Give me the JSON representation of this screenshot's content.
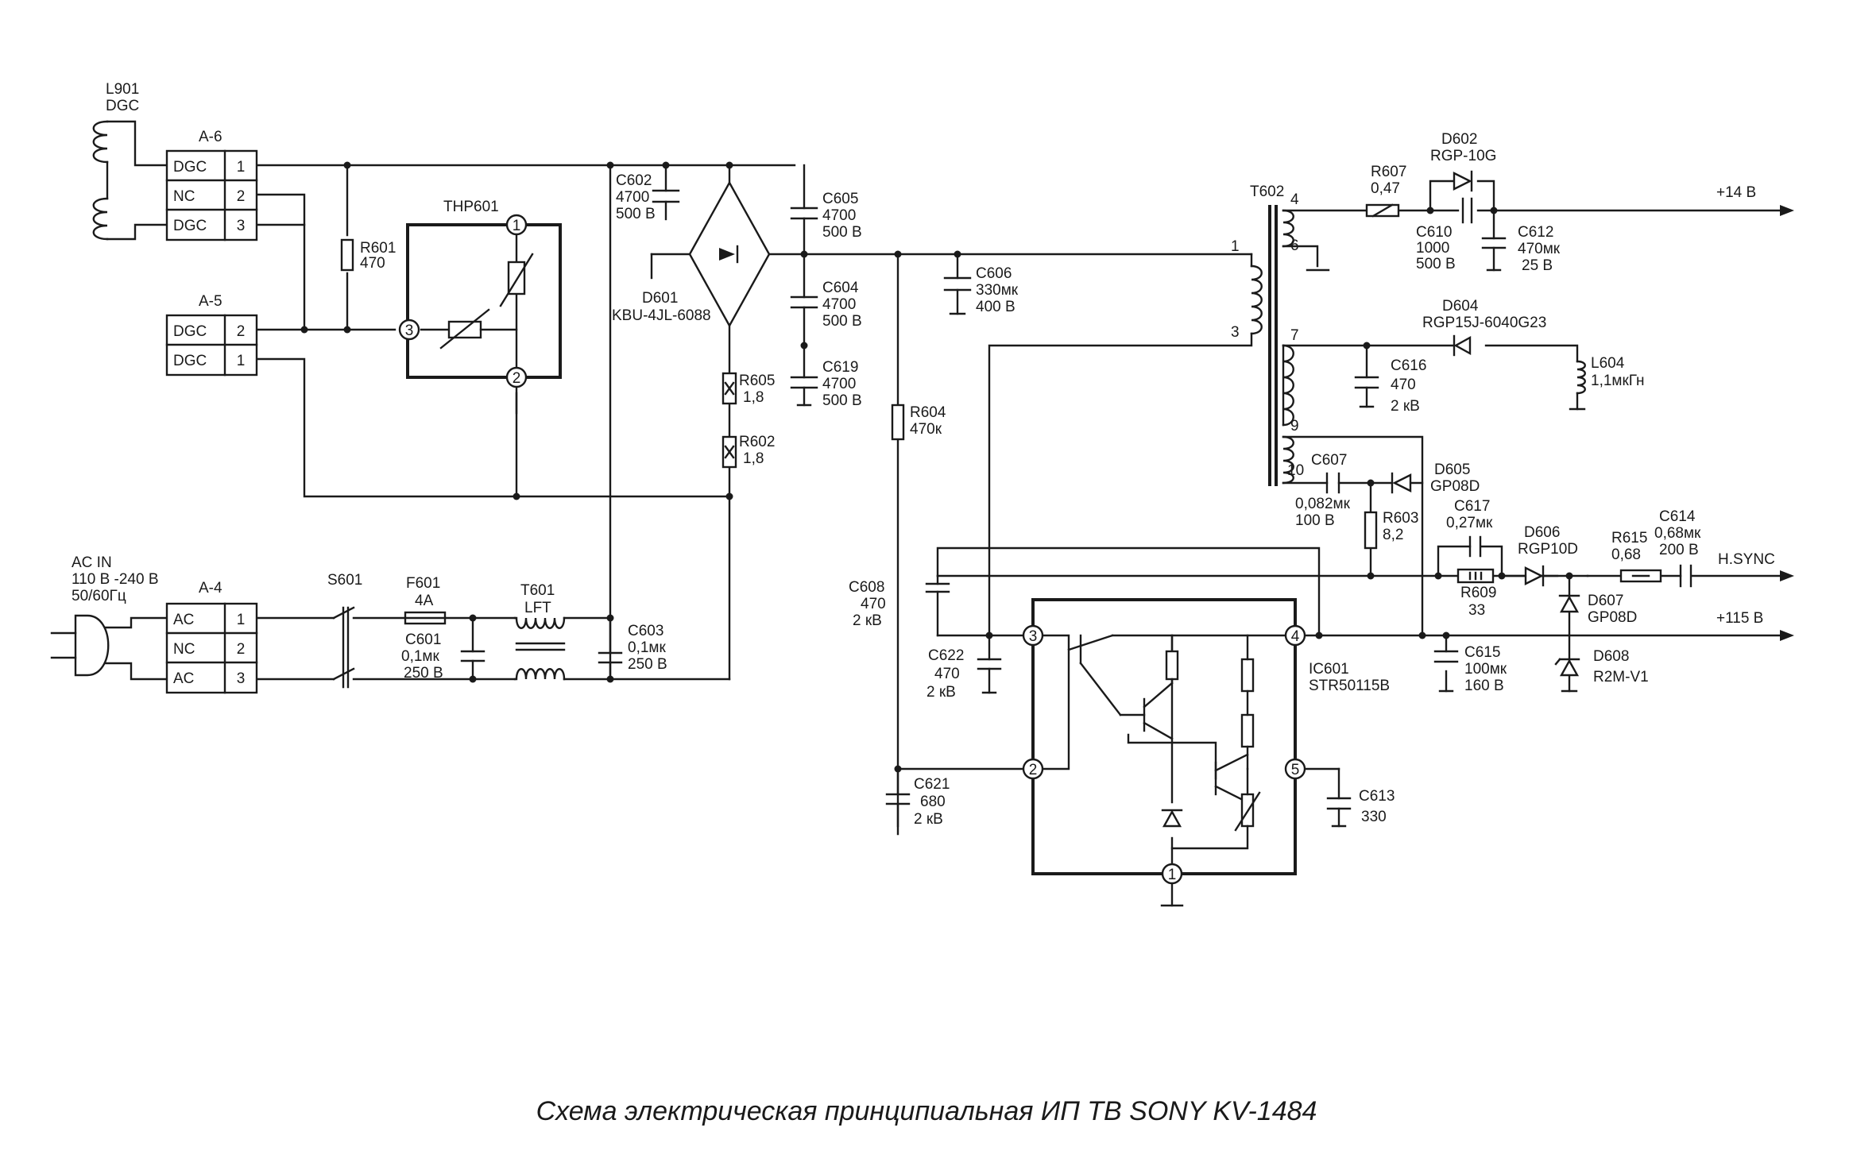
{
  "title": "Схема электрическая принципиальная ИП ТВ SONY KV-1484",
  "rails": {
    "v14": "+14 В",
    "v115": "+115 В",
    "hsync": "H.SYNC"
  },
  "connectors": [
    {
      "id": "A-6",
      "rows": [
        {
          "label": "DGC",
          "pin": "1"
        },
        {
          "label": "NC",
          "pin": "2"
        },
        {
          "label": "DGC",
          "pin": "3"
        }
      ]
    },
    {
      "id": "A-5",
      "rows": [
        {
          "label": "DGC",
          "pin": "2"
        },
        {
          "label": "DGC",
          "pin": "1"
        }
      ]
    },
    {
      "id": "A-4",
      "rows": [
        {
          "label": "AC",
          "pin": "1"
        },
        {
          "label": "NC",
          "pin": "2"
        },
        {
          "label": "AC",
          "pin": "3"
        }
      ]
    }
  ],
  "components": [
    {
      "ref": "L901",
      "value": "DGC"
    },
    {
      "ref": "R601",
      "value": "470"
    },
    {
      "ref": "THP601",
      "value": ""
    },
    {
      "ref": "C602",
      "value": "4700",
      "rating": "500 В"
    },
    {
      "ref": "D601",
      "value": "KBU-4JL-6088"
    },
    {
      "ref": "C605",
      "value": "4700",
      "rating": "500 В"
    },
    {
      "ref": "C604",
      "value": "4700",
      "rating": "500 В"
    },
    {
      "ref": "C619",
      "value": "4700",
      "rating": "500 В"
    },
    {
      "ref": "R605",
      "value": "1,8"
    },
    {
      "ref": "R602",
      "value": "1,8"
    },
    {
      "ref": "C606",
      "value": "330мк",
      "rating": "400 В"
    },
    {
      "ref": "R604",
      "value": "470к"
    },
    {
      "ref": "T602",
      "value": ""
    },
    {
      "ref": "R607",
      "value": "0,47"
    },
    {
      "ref": "D602",
      "value": "RGP-10G"
    },
    {
      "ref": "C610",
      "value": "1000",
      "rating": "500 В"
    },
    {
      "ref": "C612",
      "value": "470мк",
      "rating": "25 В"
    },
    {
      "ref": "D604",
      "value": "RGP15J-6040G23"
    },
    {
      "ref": "C616",
      "value": "470",
      "rating": "2 кВ"
    },
    {
      "ref": "L604",
      "value": "1,1мкГн"
    },
    {
      "ref": "C607",
      "value": "0,082мк",
      "rating": "100 В"
    },
    {
      "ref": "D605",
      "value": "GP08D"
    },
    {
      "ref": "R603",
      "value": "8,2"
    },
    {
      "ref": "C617",
      "value": "0,27мк"
    },
    {
      "ref": "D606",
      "value": "RGP10D"
    },
    {
      "ref": "R615",
      "value": "0,68"
    },
    {
      "ref": "C614",
      "value": "0,68мк",
      "rating": "200 В"
    },
    {
      "ref": "R609",
      "value": "33"
    },
    {
      "ref": "D607",
      "value": "GP08D"
    },
    {
      "ref": "C615",
      "value": "100мк",
      "rating": "160 В"
    },
    {
      "ref": "D608",
      "value": "R2M-V1"
    },
    {
      "ref": "C608",
      "value": "470",
      "rating": "2 кВ"
    },
    {
      "ref": "C622",
      "value": "470",
      "rating": "2 кВ"
    },
    {
      "ref": "C621",
      "value": "680",
      "rating": "2 кВ"
    },
    {
      "ref": "IC601",
      "value": "STR50115B"
    },
    {
      "ref": "C613",
      "value": "330"
    },
    {
      "ref": "S601",
      "value": ""
    },
    {
      "ref": "F601",
      "value": "4A"
    },
    {
      "ref": "C601",
      "value": "0,1мк",
      "rating": "250 В"
    },
    {
      "ref": "T601",
      "value": "LFT"
    },
    {
      "ref": "C603",
      "value": "0,1мк",
      "rating": "250 В"
    }
  ],
  "ac_input": {
    "line1": "AC IN",
    "line2": "110 В -240 В",
    "line3": "50/60Гц"
  },
  "ic_pins": [
    "1",
    "2",
    "3",
    "4",
    "5"
  ],
  "thp_pins": [
    "1",
    "2",
    "3"
  ],
  "transformer_pins": [
    "1",
    "3",
    "4",
    "6",
    "7",
    "9",
    "10"
  ]
}
